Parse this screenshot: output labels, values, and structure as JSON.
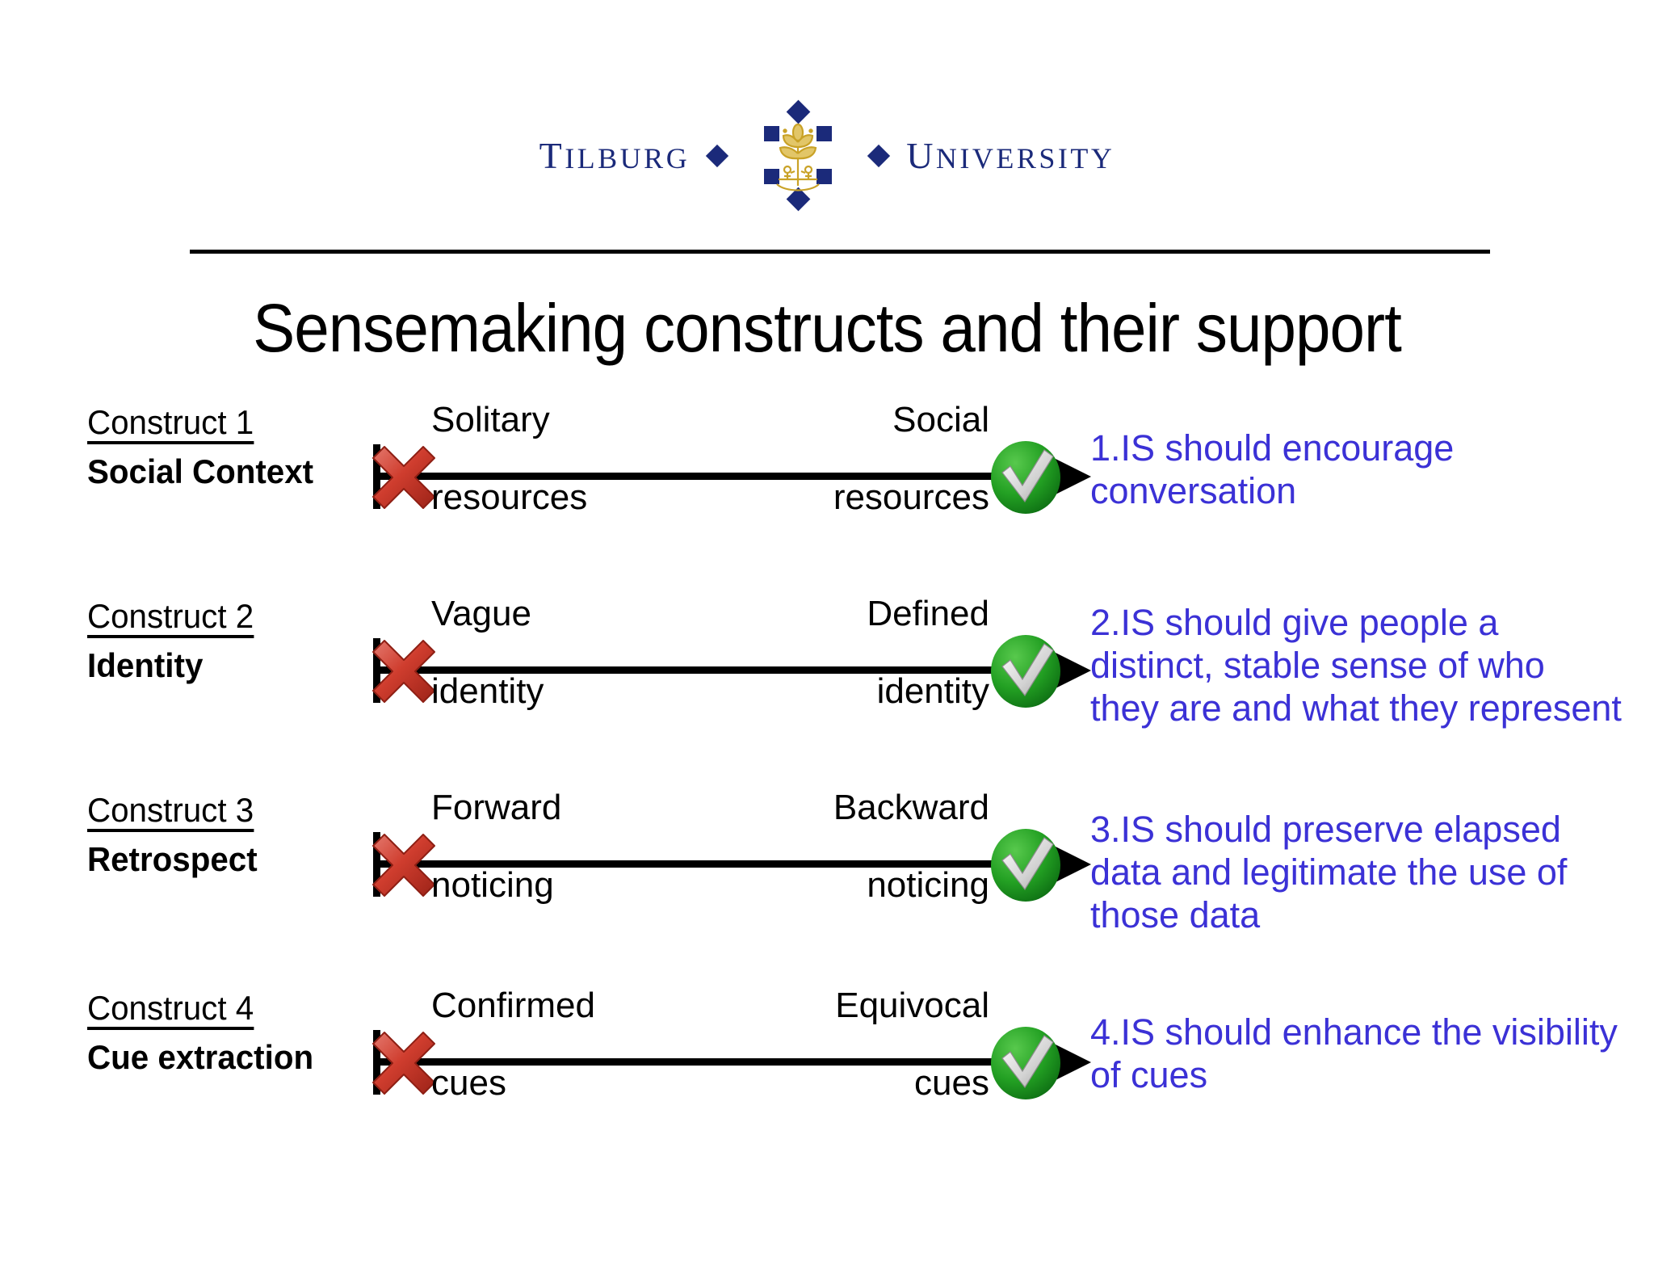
{
  "logo": {
    "left_word": "TILBURG",
    "right_word": "UNIVERSITY",
    "emblem_name": "tilburg-university-tree-emblem",
    "brand_color": "#1b2a7a",
    "tree_color": "#c9a227"
  },
  "title": "Sensemaking constructs and their support",
  "colors": {
    "implication_text": "#3b31d6",
    "negative_icon": "#c0392b",
    "positive_icon": "#1f9c1f",
    "axis": "#000000"
  },
  "rows": [
    {
      "construct_number": "Construct 1",
      "construct_name": "Social Context",
      "left_pole_line1": "Solitary",
      "left_pole_line2": "resources",
      "right_pole_line1": "Social",
      "right_pole_line2": "resources",
      "negative_icon": "red-cross-icon",
      "positive_icon": "green-check-icon",
      "implication": "1.IS should encourage conversation"
    },
    {
      "construct_number": "Construct 2",
      "construct_name": "Identity",
      "left_pole_line1": "Vague",
      "left_pole_line2": "identity",
      "right_pole_line1": "Defined",
      "right_pole_line2": "identity",
      "negative_icon": "red-cross-icon",
      "positive_icon": "green-check-icon",
      "implication": "2.IS should give people a distinct, stable sense of who they are and what they represent"
    },
    {
      "construct_number": "Construct 3",
      "construct_name": "Retrospect",
      "left_pole_line1": "Forward",
      "left_pole_line2": "noticing",
      "right_pole_line1": "Backward",
      "right_pole_line2": "noticing",
      "negative_icon": "red-cross-icon",
      "positive_icon": "green-check-icon",
      "implication": "3.IS should preserve elapsed data and legitimate the use of those data"
    },
    {
      "construct_number": "Construct 4",
      "construct_name": "Cue extraction",
      "left_pole_line1": "Confirmed",
      "left_pole_line2": "cues",
      "right_pole_line1": "Equivocal",
      "right_pole_line2": "cues",
      "negative_icon": "red-cross-icon",
      "positive_icon": "green-check-icon",
      "implication": "4.IS should enhance the visibility of cues"
    }
  ]
}
